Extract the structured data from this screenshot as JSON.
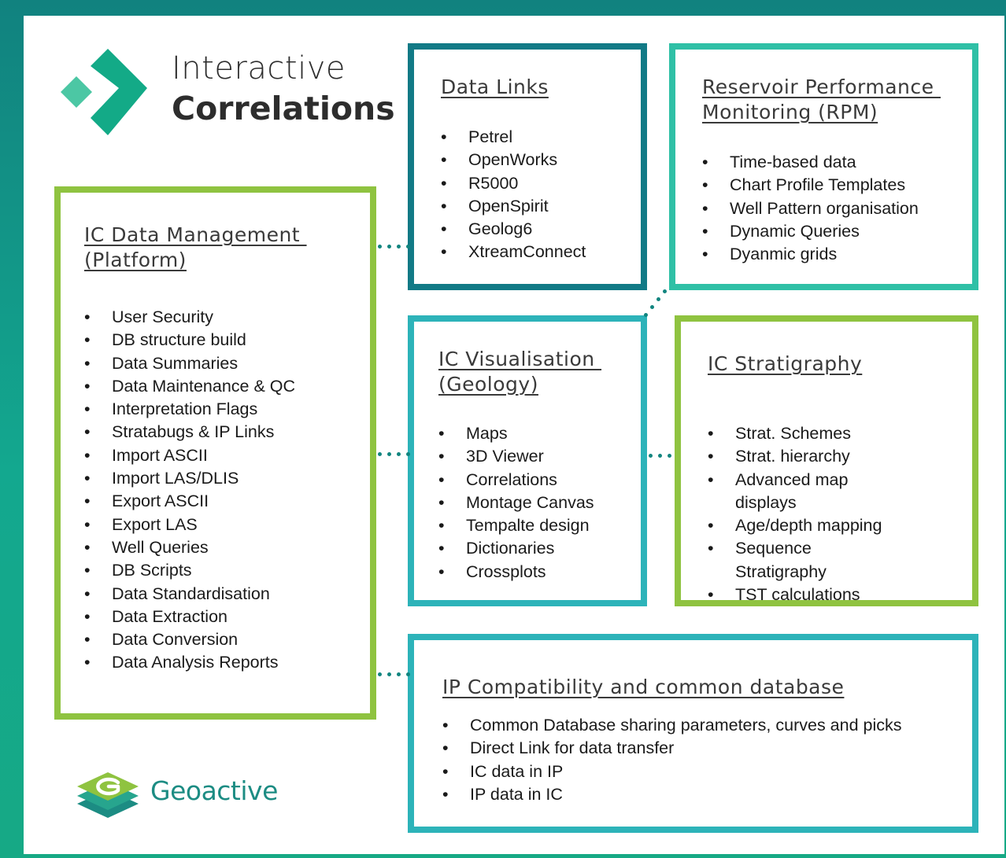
{
  "brand": {
    "product_line1": "Interactive",
    "product_line2": "Correlations",
    "company": "Geoactive"
  },
  "colors": {
    "frame_teal": "#12827e",
    "data_links_border": "#127a86",
    "rpm_border": "#2fc0a6",
    "lime_border": "#8fc340",
    "cyan_border": "#2db3b9",
    "connector_dots": "#12857f",
    "logo_green": "#13aa87",
    "logo_mint": "#4cc7a4"
  },
  "boxes": {
    "data_links": {
      "title": "Data Links",
      "items": [
        "Petrel",
        "OpenWorks",
        "R5000",
        "OpenSpirit",
        "Geolog6",
        "XtreamConnect"
      ]
    },
    "rpm": {
      "title": "Reservoir Performance \nMonitoring (RPM)",
      "items": [
        "Time-based data",
        "Chart Profile Templates",
        "Well Pattern organisation",
        "Dynamic Queries",
        "Dyanmic grids"
      ]
    },
    "data_management": {
      "title": "IC Data Management \n(Platform)",
      "items": [
        "User Security",
        "DB structure build",
        "Data Summaries",
        "Data Maintenance & QC",
        "Interpretation Flags",
        "Stratabugs & IP Links",
        "Import ASCII",
        "Import LAS/DLIS",
        "Export ASCII",
        "Export LAS",
        "Well Queries",
        "DB Scripts",
        "Data Standardisation",
        "Data Extraction",
        "Data Conversion",
        "Data Analysis Reports"
      ]
    },
    "visualisation": {
      "title": "IC Visualisation \n(Geology)",
      "items": [
        "Maps",
        "3D Viewer",
        "Correlations",
        "Montage Canvas",
        "Tempalte design",
        "Dictionaries",
        "Crossplots"
      ]
    },
    "stratigraphy": {
      "title": "IC Stratigraphy",
      "items": [
        "Strat. Schemes",
        "Strat. hierarchy",
        "Advanced map displays",
        "Age/depth mapping",
        "Sequence Stratigraphy",
        "TST calculations"
      ]
    },
    "ip_compat": {
      "title": "IP Compatibility and common database",
      "items": [
        "Common Database sharing parameters, curves and picks",
        "Direct Link for data transfer",
        "IC data in IP",
        "IP data in IC"
      ]
    }
  }
}
